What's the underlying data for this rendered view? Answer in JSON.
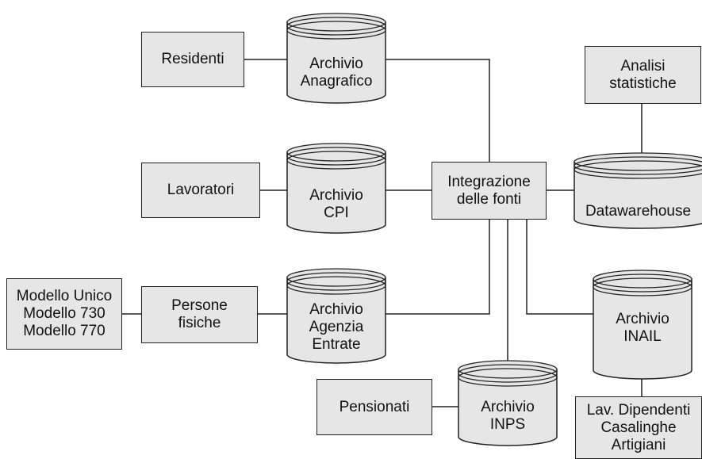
{
  "nodes": {
    "residenti": "Residenti",
    "lavoratori": "Lavoratori",
    "persone_fisiche": "Persone\nfisiche",
    "modelli": "Modello Unico\nModello 730\nModello 770",
    "pensionati": "Pensionati",
    "integrazione": "Integrazione\ndelle fonti",
    "analisi": "Analisi\nstatistiche",
    "lavoratori_inail": "Lav. Dipendenti\nCasalinghe\nArtigiani"
  },
  "databases": {
    "anagrafico": "Archivio\nAnagrafico",
    "cpi": "Archivio\nCPI",
    "agenzia": "Archivio\nAgenzia\nEntrate",
    "inps": "Archivio\nINPS",
    "inail": "Archivio\nINAIL",
    "datawarehouse": "Datawarehouse"
  },
  "colors": {
    "fill": "#e6e6e6",
    "stroke": "#222222"
  }
}
